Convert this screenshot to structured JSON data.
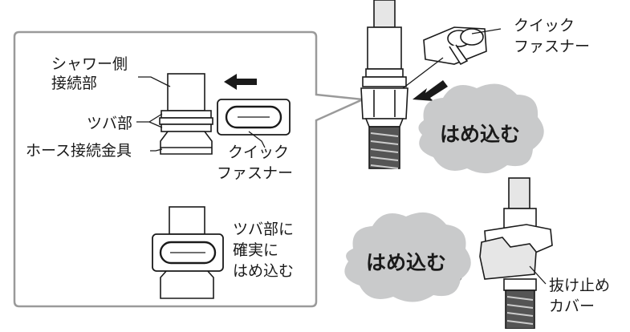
{
  "inset": {
    "shower_side_line1": "シャワー側",
    "shower_side_line2": "接続部",
    "flange_label": "ツバ部",
    "hose_fitting_label": "ホース接続金具",
    "clip_label_line1": "クイック",
    "clip_label_line2": "ファスナー",
    "secure_line1": "ツバ部に",
    "secure_line2": "確実に",
    "secure_line3": "はめ込む"
  },
  "step1": {
    "clip_label_line1": "クイック",
    "clip_label_line2": "ファスナー",
    "push_bubble": "はめ込む"
  },
  "step2": {
    "push_bubble": "はめ込む",
    "cover_label_line1": "抜け止め",
    "cover_label_line2": "カバー"
  },
  "colors": {
    "inset_border": "#9a9a9a",
    "bubble_fill": "#c9cacb",
    "line": "#1a1a1a",
    "pipe_shade": "#e6e6e6"
  }
}
